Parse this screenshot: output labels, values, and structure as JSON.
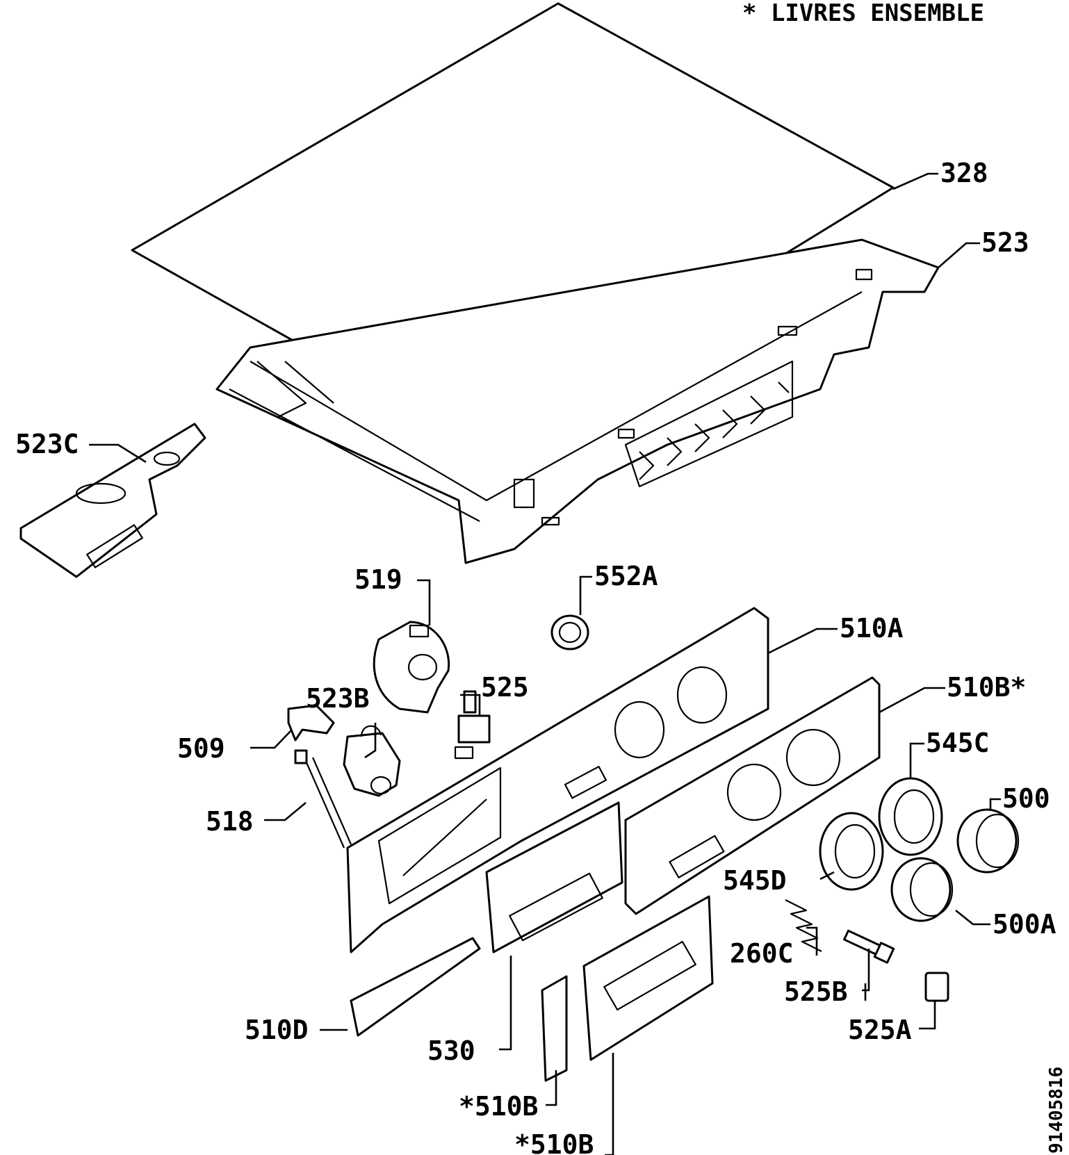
{
  "header": {
    "note": "* LIVRES ENSEMBLE"
  },
  "drawing_code": "91405816",
  "labels": {
    "l328": "328",
    "l523": "523",
    "l523c": "523C",
    "l519": "519",
    "l552a": "552A",
    "l510a": "510A",
    "l510b_star": "510B*",
    "l523b": "523B",
    "l525": "525",
    "l509": "509",
    "l545c": "545C",
    "l500": "500",
    "l518": "518",
    "l545d": "545D",
    "l500a": "500A",
    "l260c": "260C",
    "l525b": "525B",
    "l525a": "525A",
    "l510d": "510D",
    "l530": "530",
    "l510b_a": "*510B",
    "l510b_b": "*510B"
  }
}
